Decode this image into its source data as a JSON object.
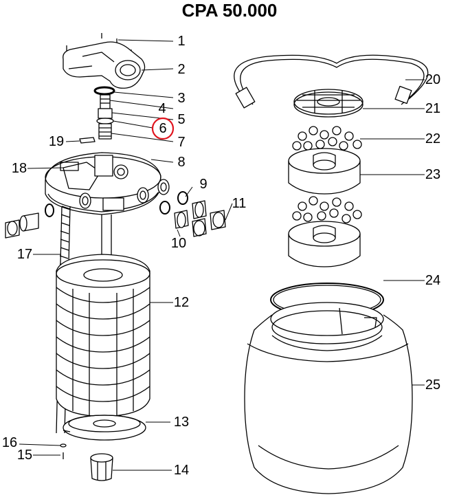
{
  "title": "CPA 50.000",
  "callouts": [
    {
      "id": "1",
      "label": "1"
    },
    {
      "id": "2",
      "label": "2"
    },
    {
      "id": "3",
      "label": "3"
    },
    {
      "id": "4",
      "label": "4"
    },
    {
      "id": "5",
      "label": "5"
    },
    {
      "id": "6",
      "label": "6"
    },
    {
      "id": "7",
      "label": "7"
    },
    {
      "id": "8",
      "label": "8"
    },
    {
      "id": "9",
      "label": "9"
    },
    {
      "id": "10",
      "label": "10"
    },
    {
      "id": "11",
      "label": "11"
    },
    {
      "id": "12",
      "label": "12"
    },
    {
      "id": "13",
      "label": "13"
    },
    {
      "id": "14",
      "label": "14"
    },
    {
      "id": "15",
      "label": "15"
    },
    {
      "id": "16",
      "label": "16"
    },
    {
      "id": "17",
      "label": "17"
    },
    {
      "id": "18",
      "label": "18"
    },
    {
      "id": "19",
      "label": "19"
    },
    {
      "id": "20",
      "label": "20"
    },
    {
      "id": "21",
      "label": "21"
    },
    {
      "id": "22",
      "label": "22"
    },
    {
      "id": "23",
      "label": "23"
    },
    {
      "id": "24",
      "label": "24"
    },
    {
      "id": "25",
      "label": "25"
    }
  ],
  "highlighted_callout": "6",
  "colors": {
    "line": "#000000",
    "highlight": "#e0141e",
    "background": "#ffffff"
  }
}
